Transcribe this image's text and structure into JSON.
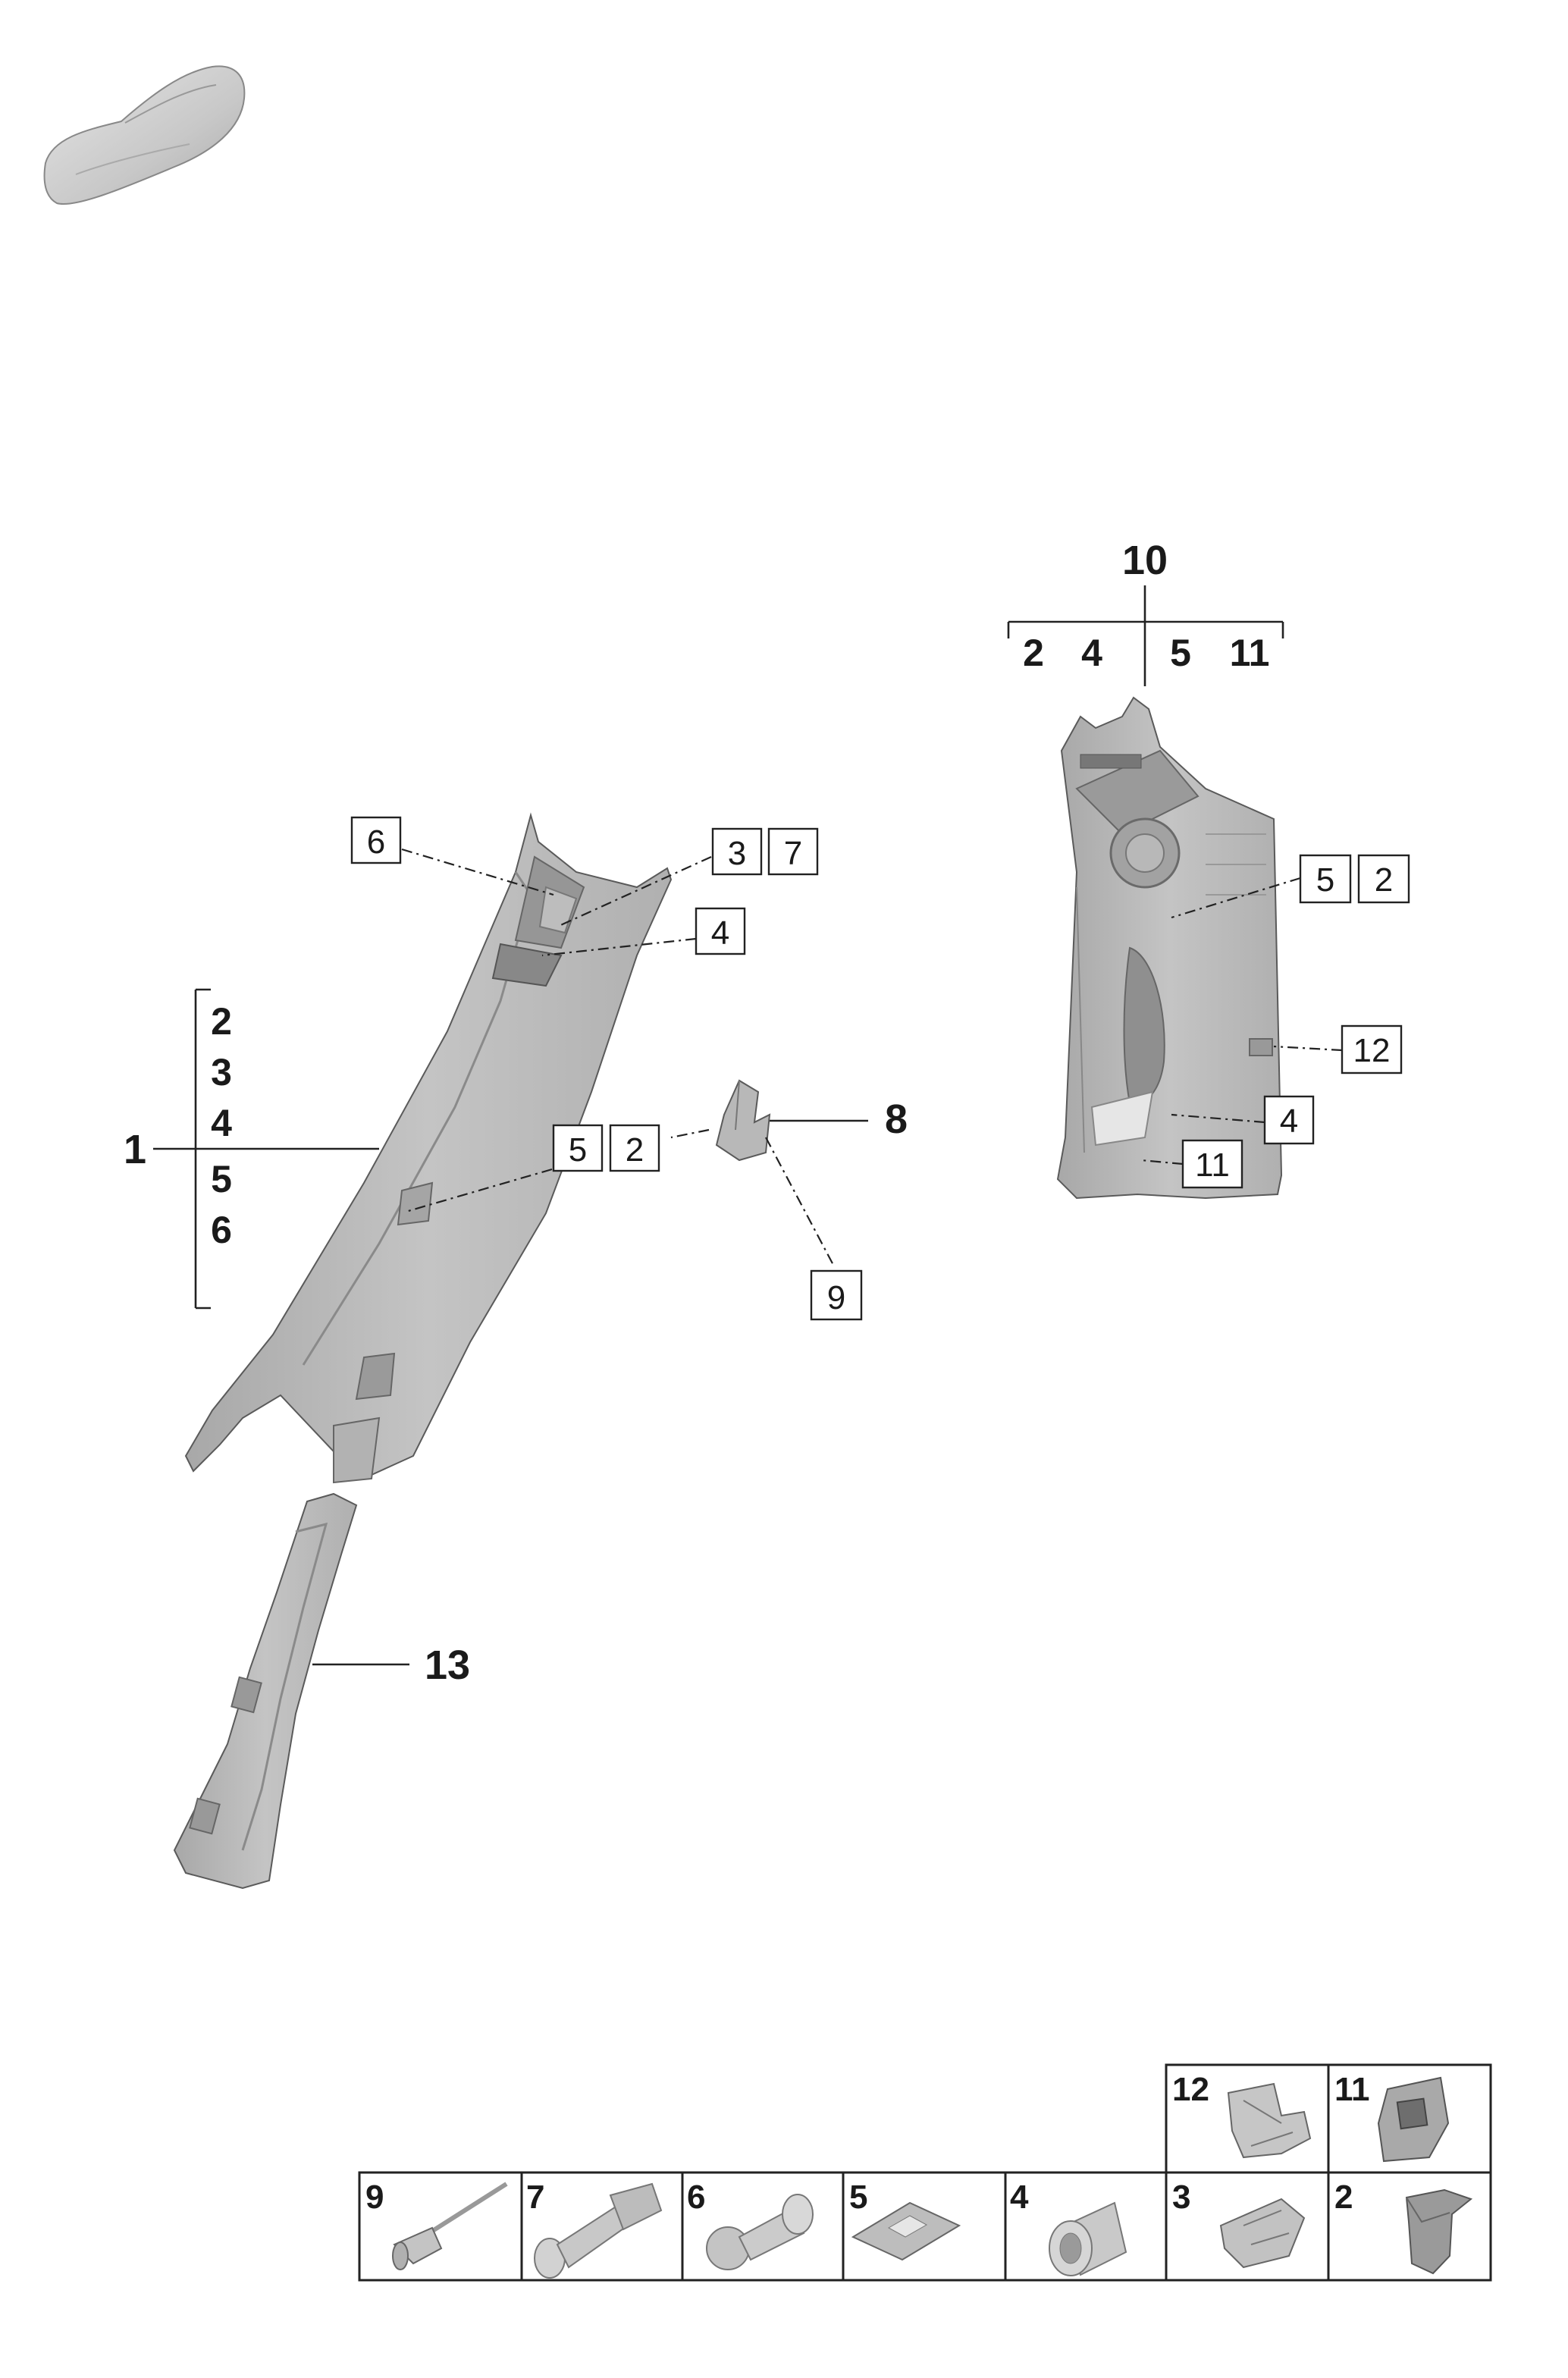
{
  "assemblies": {
    "a1": {
      "number": "1",
      "parts": [
        "2",
        "3",
        "4",
        "5",
        "6"
      ]
    },
    "a10": {
      "number": "10",
      "parts_left": [
        "2",
        "4"
      ],
      "parts_right": [
        "5",
        "11"
      ]
    }
  },
  "callouts": {
    "c6": "6",
    "c3": "3",
    "c7": "7",
    "c4a": "4",
    "c5a": "5",
    "c2a": "2",
    "c9": "9",
    "c5b": "5",
    "c2b": "2",
    "c12": "12",
    "c4b": "4",
    "c11": "11"
  },
  "labels": {
    "l8": "8",
    "l13": "13"
  },
  "legend": {
    "top_row": [
      "12",
      "11"
    ],
    "bottom_row": [
      "9",
      "7",
      "6",
      "5",
      "4",
      "3",
      "2"
    ]
  },
  "colors": {
    "part_fill": "#b9b9b9",
    "part_dark": "#8c8c8c",
    "part_light": "#d4d4d4",
    "line": "#222222"
  },
  "icons": {
    "car": "car-silhouette-icon"
  }
}
